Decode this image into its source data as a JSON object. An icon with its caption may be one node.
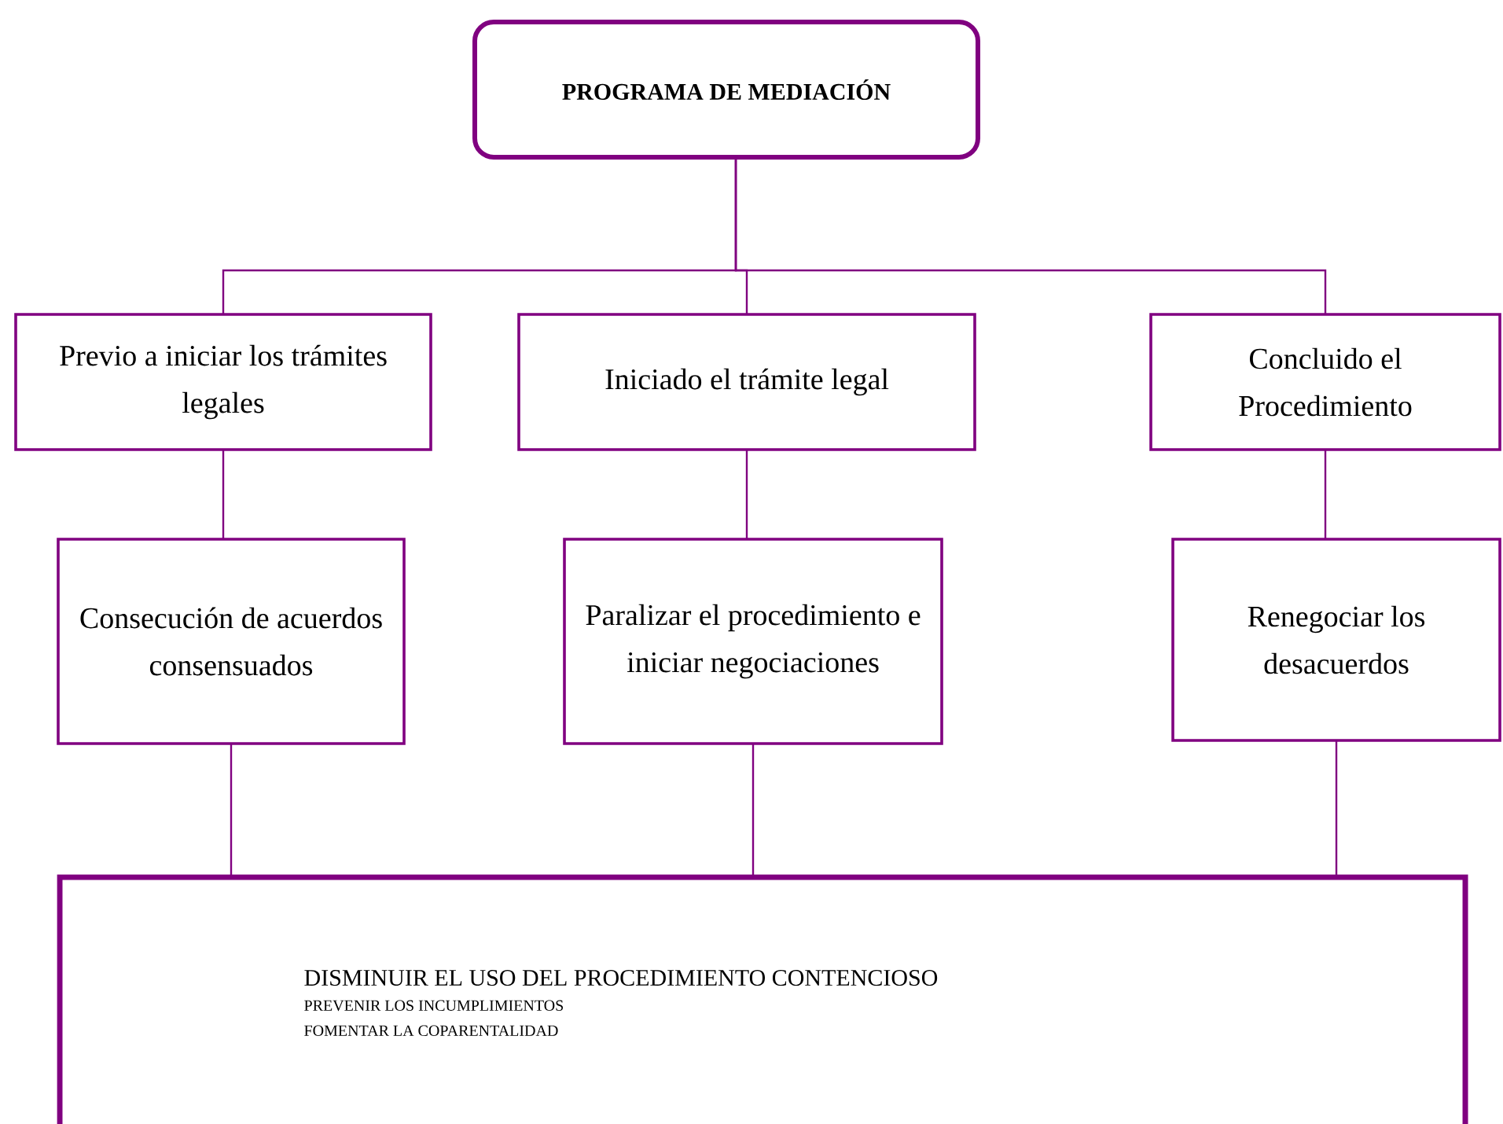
{
  "diagram": {
    "nodes": [
      {
        "text": [
          "PROGRAMA DE MEDIACIÓN"
        ]
      },
      {
        "text": [
          "Previo a  iniciar los trámites legales"
        ]
      },
      {
        "text": [
          "Iniciado el trámite legal"
        ]
      },
      {
        "text": [
          "Concluido el Procedimiento"
        ]
      },
      {
        "text": [
          "Consecución de acuerdos consensuados"
        ]
      },
      {
        "text": [
          "Paralizar el procedimiento e iniciar negociaciones"
        ]
      },
      {
        "text": [
          "Renegociar los desacuerdos"
        ]
      },
      {
        "text": [
          "DISMINUIR EL USO DEL PROCEDIMIENTO CONTENCIOSO",
          "PREVENIR LOS INCUMPLIMIENTOS",
          "FOMENTAR LA COPARENTALIDAD"
        ]
      }
    ],
    "edges": [
      {
        "from": 0,
        "to": 1,
        "arrow": "none"
      },
      {
        "from": 0,
        "to": 2,
        "arrow": "none"
      },
      {
        "from": 0,
        "to": 3,
        "arrow": "none"
      },
      {
        "from": 1,
        "to": 4,
        "arrow": "none"
      },
      {
        "from": 2,
        "to": 5,
        "arrow": "none"
      },
      {
        "from": 3,
        "to": 6,
        "arrow": "none"
      },
      {
        "from": 4,
        "to": 7,
        "arrow": "none"
      },
      {
        "from": 5,
        "to": 7,
        "arrow": "none"
      },
      {
        "from": 6,
        "to": 7,
        "arrow": "none"
      }
    ]
  }
}
